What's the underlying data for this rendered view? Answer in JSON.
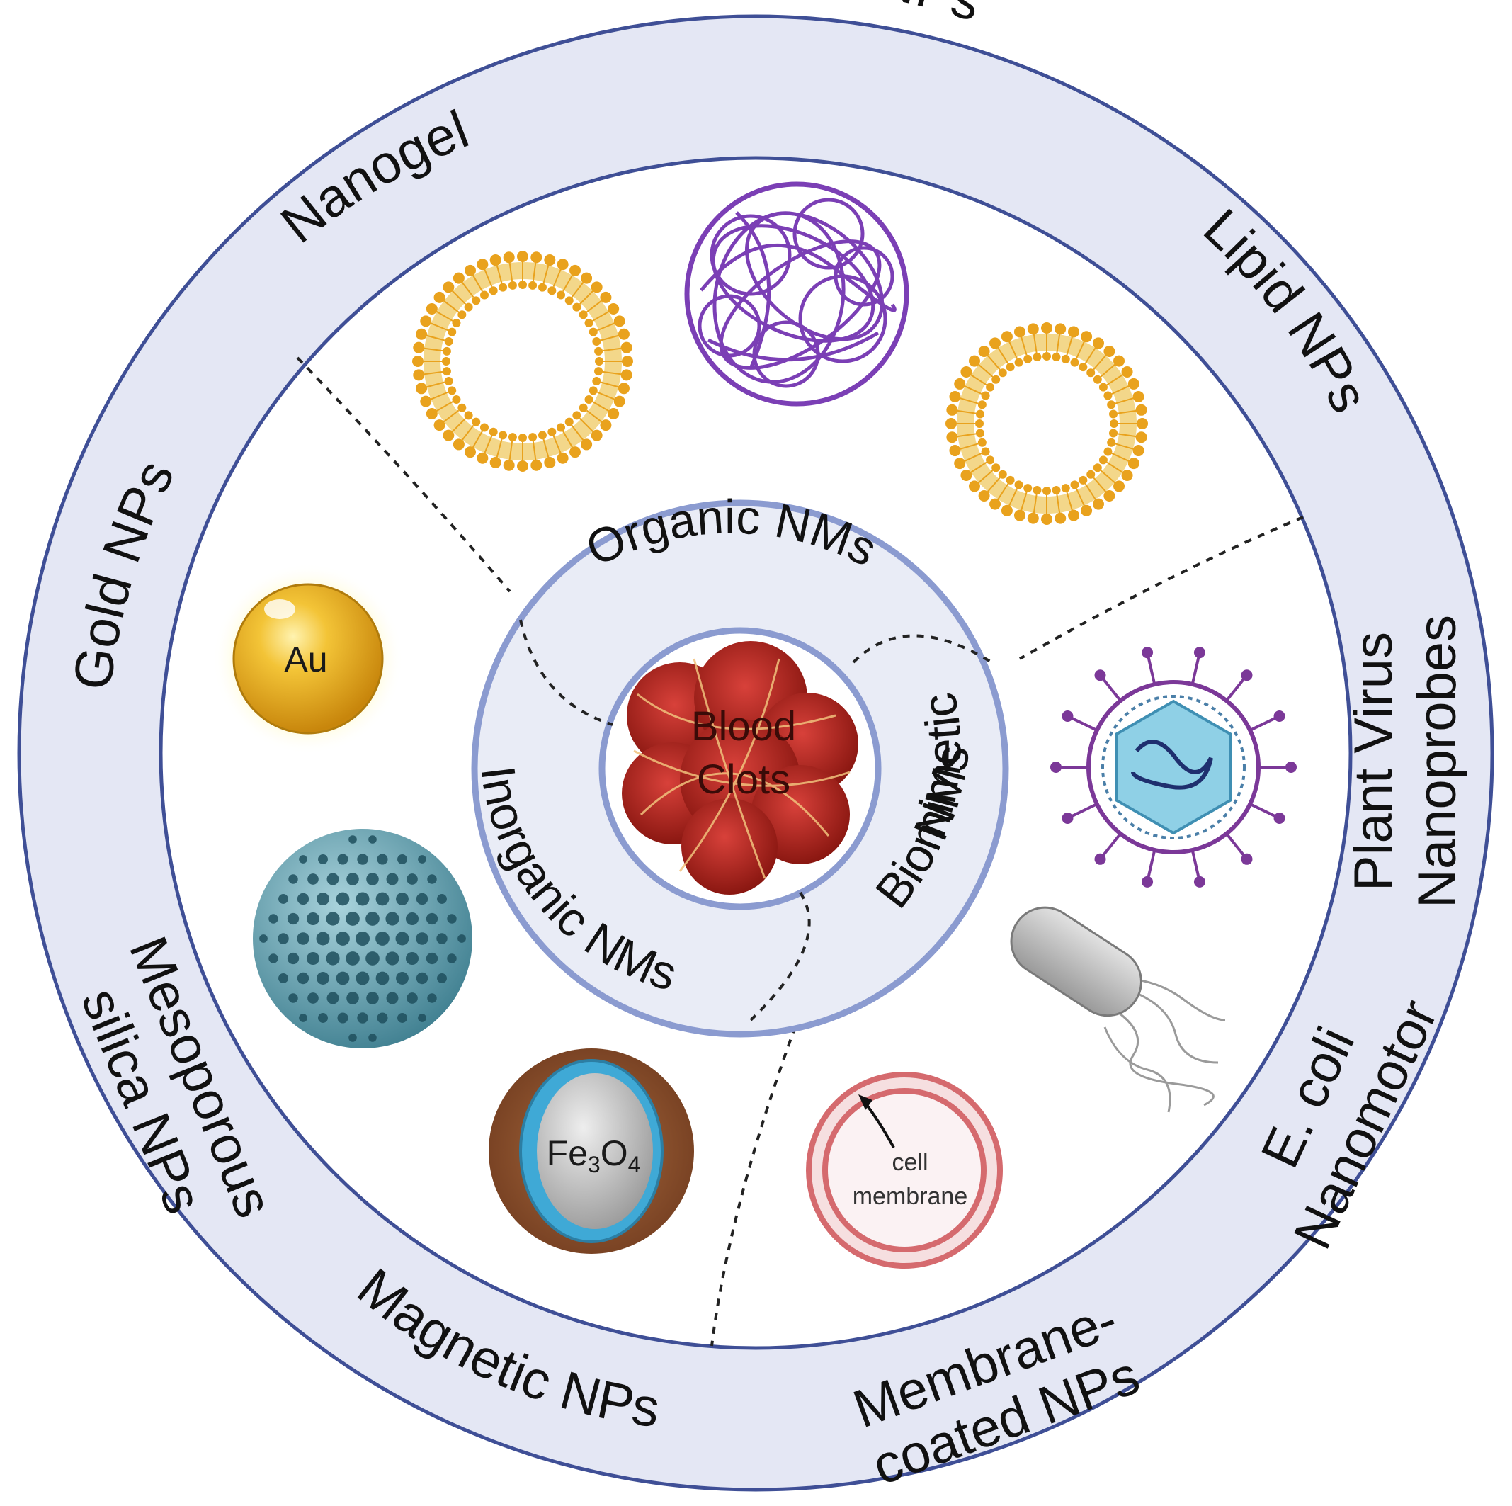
{
  "colors": {
    "ring_fill": "#e4e7f4",
    "ring_stroke": "#3f4f96",
    "inner_ring_stroke": "#8b9bd0",
    "gold": "#e3a81e",
    "silica": "#5e9fae",
    "polymer": "#7b3fb5",
    "lipid": "#e9a21d",
    "clot": "#b8241c",
    "virus_purple": "#7b3898",
    "virus_capsid": "#6bbad8",
    "membrane": "#d56a6e",
    "magnetite_shell": "#3fa9d6"
  },
  "outer_ring": {
    "polymer": "Polymer NPs",
    "nanogel": "Nanogel",
    "lipid": "Lipid NPs",
    "gold": "Gold NPs",
    "plant_virus_line1": "Plant Virus",
    "plant_virus_line2": "Nanoprobes",
    "mesoporous_line1": "Mesoporous",
    "mesoporous_line2": "silica NPs",
    "ecoli_line1": "E. coli",
    "ecoli_line2": "Nanomotor",
    "magnetic": "Magnetic NPs",
    "membrane_line1": "Membrane-",
    "membrane_line2": "coated NPs"
  },
  "inner_ring": {
    "organic": "Organic NMs",
    "inorganic": "Inorganic NMs",
    "biomimetic_line1": "Biomimetic",
    "biomimetic_line2": "NMs"
  },
  "core": {
    "line1": "Blood",
    "line2": "Clots"
  },
  "particles": {
    "gold_symbol": "Au",
    "magnetite_symbol_main": "Fe",
    "magnetite_sub1": "3",
    "magnetite_o": "O",
    "magnetite_sub2": "4",
    "membrane_label_line1": "cell",
    "membrane_label_line2": "membrane"
  }
}
